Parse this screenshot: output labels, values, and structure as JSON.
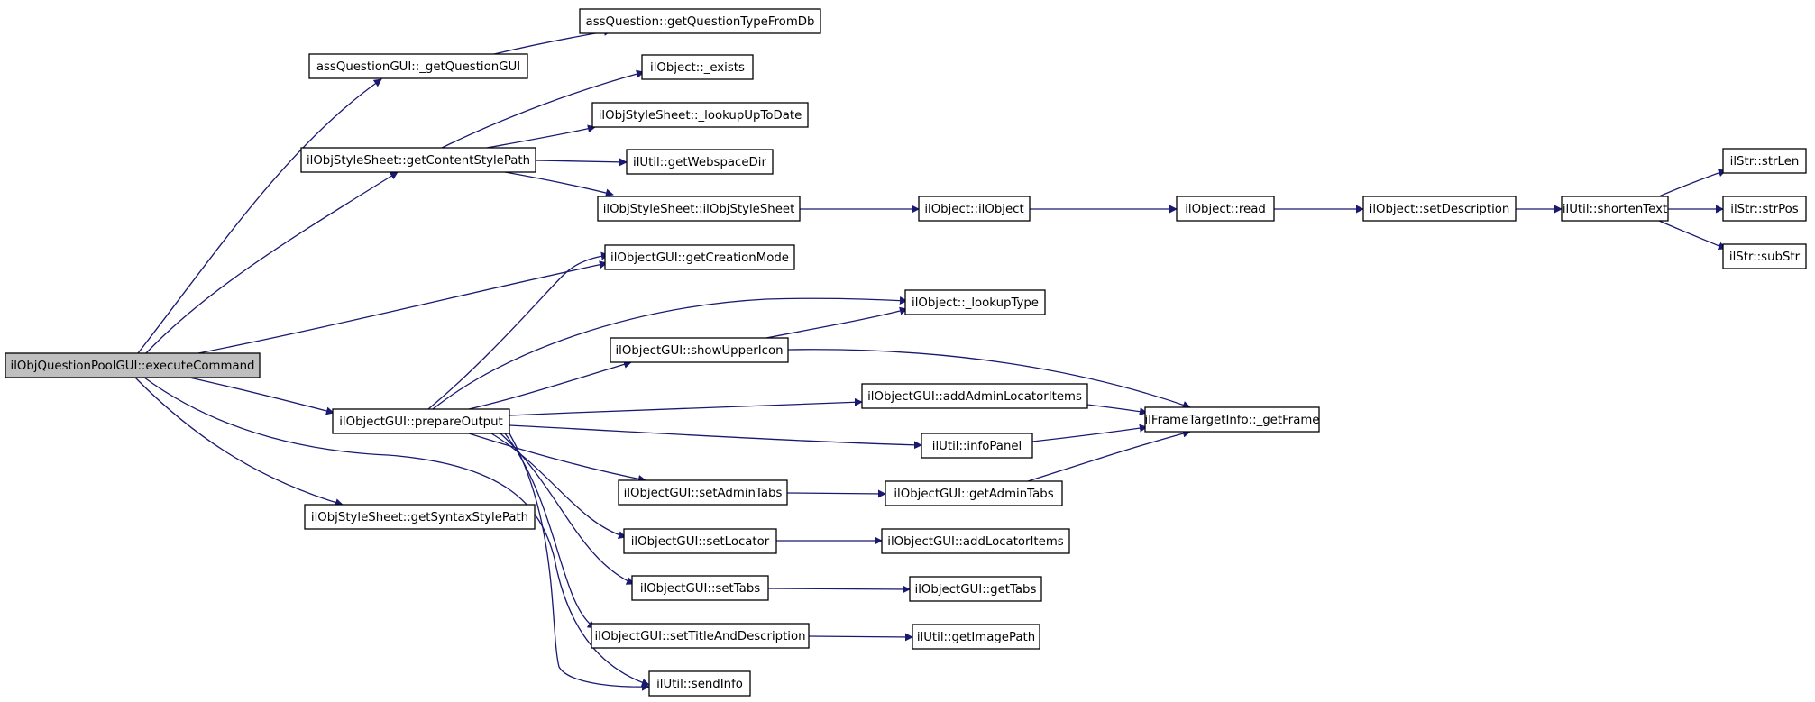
{
  "colors": {
    "edge": "#191970",
    "node_border": "#000000",
    "root_fill": "#bfbfbf",
    "node_fill": "#ffffff"
  },
  "nodes": [
    {
      "id": "n0",
      "label": "ilObjQuestionPoolGUI::executeCommand",
      "root": true
    },
    {
      "id": "n1",
      "label": "assQuestionGUI::_getQuestionGUI"
    },
    {
      "id": "n2",
      "label": "assQuestion::getQuestionTypeFromDb"
    },
    {
      "id": "n3",
      "label": "ilObjStyleSheet::getContentStylePath"
    },
    {
      "id": "n4",
      "label": "ilObject::_exists"
    },
    {
      "id": "n5",
      "label": "ilObjStyleSheet::_lookupUpToDate"
    },
    {
      "id": "n6",
      "label": "ilUtil::getWebspaceDir"
    },
    {
      "id": "n7",
      "label": "ilObjStyleSheet::ilObjStyleSheet"
    },
    {
      "id": "n8",
      "label": "ilObject::ilObject"
    },
    {
      "id": "n9",
      "label": "ilObject::read"
    },
    {
      "id": "n10",
      "label": "ilObject::setDescription"
    },
    {
      "id": "n11",
      "label": "ilUtil::shortenText"
    },
    {
      "id": "n12",
      "label": "ilStr::strLen"
    },
    {
      "id": "n13",
      "label": "ilStr::strPos"
    },
    {
      "id": "n14",
      "label": "ilStr::subStr"
    },
    {
      "id": "n15",
      "label": "ilObjectGUI::getCreationMode"
    },
    {
      "id": "n16",
      "label": "ilObject::_lookupType"
    },
    {
      "id": "n17",
      "label": "ilObjectGUI::showUpperIcon"
    },
    {
      "id": "n18",
      "label": "ilObjectGUI::prepareOutput"
    },
    {
      "id": "n19",
      "label": "ilObjectGUI::addAdminLocatorItems"
    },
    {
      "id": "n20",
      "label": "ilFrameTargetInfo::_getFrame"
    },
    {
      "id": "n21",
      "label": "ilUtil::infoPanel"
    },
    {
      "id": "n22",
      "label": "ilObjectGUI::setAdminTabs"
    },
    {
      "id": "n23",
      "label": "ilObjectGUI::getAdminTabs"
    },
    {
      "id": "n24",
      "label": "ilObjStyleSheet::getSyntaxStylePath"
    },
    {
      "id": "n25",
      "label": "ilObjectGUI::setLocator"
    },
    {
      "id": "n26",
      "label": "ilObjectGUI::addLocatorItems"
    },
    {
      "id": "n27",
      "label": "ilObjectGUI::setTabs"
    },
    {
      "id": "n28",
      "label": "ilObjectGUI::getTabs"
    },
    {
      "id": "n29",
      "label": "ilObjectGUI::setTitleAndDescription"
    },
    {
      "id": "n30",
      "label": "ilUtil::getImagePath"
    },
    {
      "id": "n31",
      "label": "ilUtil::sendInfo"
    }
  ],
  "edges": [
    [
      "n0",
      "n1"
    ],
    [
      "n0",
      "n3"
    ],
    [
      "n0",
      "n15"
    ],
    [
      "n0",
      "n18"
    ],
    [
      "n0",
      "n24"
    ],
    [
      "n0",
      "n31"
    ],
    [
      "n1",
      "n2"
    ],
    [
      "n3",
      "n4"
    ],
    [
      "n3",
      "n5"
    ],
    [
      "n3",
      "n6"
    ],
    [
      "n3",
      "n7"
    ],
    [
      "n7",
      "n8"
    ],
    [
      "n8",
      "n9"
    ],
    [
      "n9",
      "n10"
    ],
    [
      "n10",
      "n11"
    ],
    [
      "n11",
      "n12"
    ],
    [
      "n11",
      "n13"
    ],
    [
      "n11",
      "n14"
    ],
    [
      "n18",
      "n15"
    ],
    [
      "n18",
      "n16"
    ],
    [
      "n18",
      "n17"
    ],
    [
      "n18",
      "n19"
    ],
    [
      "n18",
      "n21"
    ],
    [
      "n18",
      "n22"
    ],
    [
      "n18",
      "n25"
    ],
    [
      "n18",
      "n27"
    ],
    [
      "n18",
      "n29"
    ],
    [
      "n18",
      "n31"
    ],
    [
      "n17",
      "n16"
    ],
    [
      "n17",
      "n20"
    ],
    [
      "n19",
      "n20"
    ],
    [
      "n21",
      "n20"
    ],
    [
      "n22",
      "n23"
    ],
    [
      "n23",
      "n20"
    ],
    [
      "n25",
      "n26"
    ],
    [
      "n27",
      "n28"
    ],
    [
      "n29",
      "n30"
    ]
  ]
}
